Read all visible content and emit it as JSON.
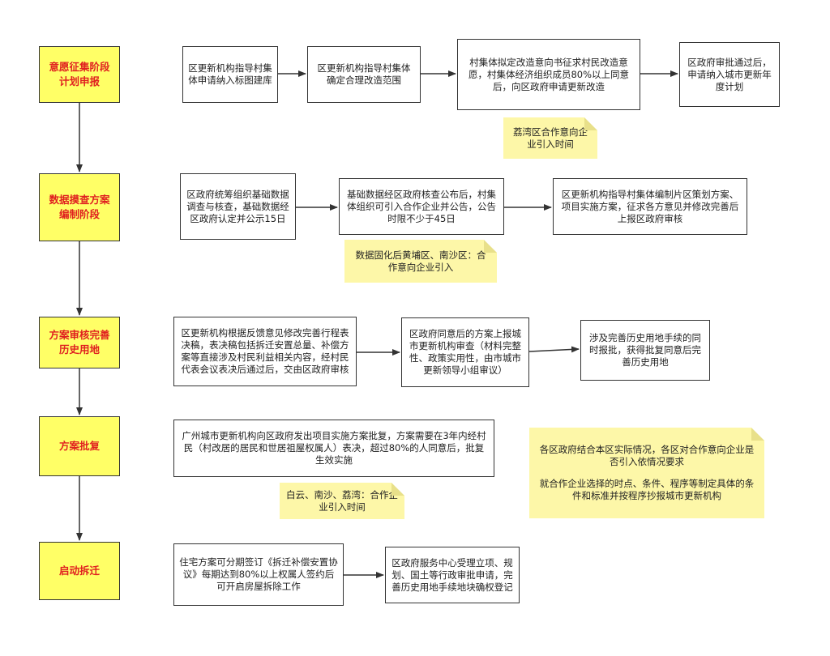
{
  "stages": [
    "意愿征集阶段\n计划申报",
    "数据摸查方案\n编制阶段",
    "方案审核完善\n历史用地",
    "方案批复",
    "启动拆迁"
  ],
  "row1": {
    "b1": "区更新机构指导村集体申请纳入标图建库",
    "b2": "区更新机构指导村集体确定合理改造范围",
    "b3": "村集体拟定改造意向书征求村民改造意愿，村集体经济组织成员80%以上同意后，向区政府申请更新改造",
    "b4": "区政府审批通过后，申请纳入城市更新年度计划",
    "note": "荔湾区合作意向企业引入时间"
  },
  "row2": {
    "b1": "区政府统筹组织基础数据调查与核查，基础数据经区政府认定并公示15日",
    "b2": "基础数据经区政府核查公布后，村集体组织可引入合作企业并公告，公告时限不少于45日",
    "b3": "区更新机构指导村集体编制片区策划方案、项目实施方案，征求各方意见并修改完善后上报区政府审核",
    "note": "数据固化后黄埔区、南沙区：合作意向企业引入"
  },
  "row3": {
    "b1": "区更新机构根据反馈意见修改完善行程表决稿，表决稿包括拆迁安置总量、补偿方案等直接涉及村民利益相关内容，经村民代表会议表决后通过后，交由区政府审核",
    "b2": "区政府同意后的方案上报城市更新机构审查（材料完整性、政策实用性，由市城市更新领导小组审议）",
    "b3": "涉及完善历史用地手续的同时报批，获得批复同意后完善历史用地"
  },
  "row4": {
    "b1": "广州城市更新机构向区政府发出项目实施方案批复，方案需要在3年内经村民（村改居的居民和世居祖屋权属人）表决，超过80%的人同意后，批复生效实施",
    "note": "白云、南沙、荔湾：合作企业引入时间",
    "side_note_p1": "各区政府结合本区实际情况，各区对合作意向企业是否引入依情况要求",
    "side_note_p2": "就合作企业选择的时点、条件、程序等制定具体的条件和标准并按程序抄报城市更新机构"
  },
  "row5": {
    "b1": "住宅方案可分期签订《拆迁补偿安置协议》每期达到80%以上权属人签约后可开启房屋拆除工作",
    "b2": "区政府服务中心受理立项、规划、国土等行政审批申请，完善历史用地手续地块确权登记"
  }
}
